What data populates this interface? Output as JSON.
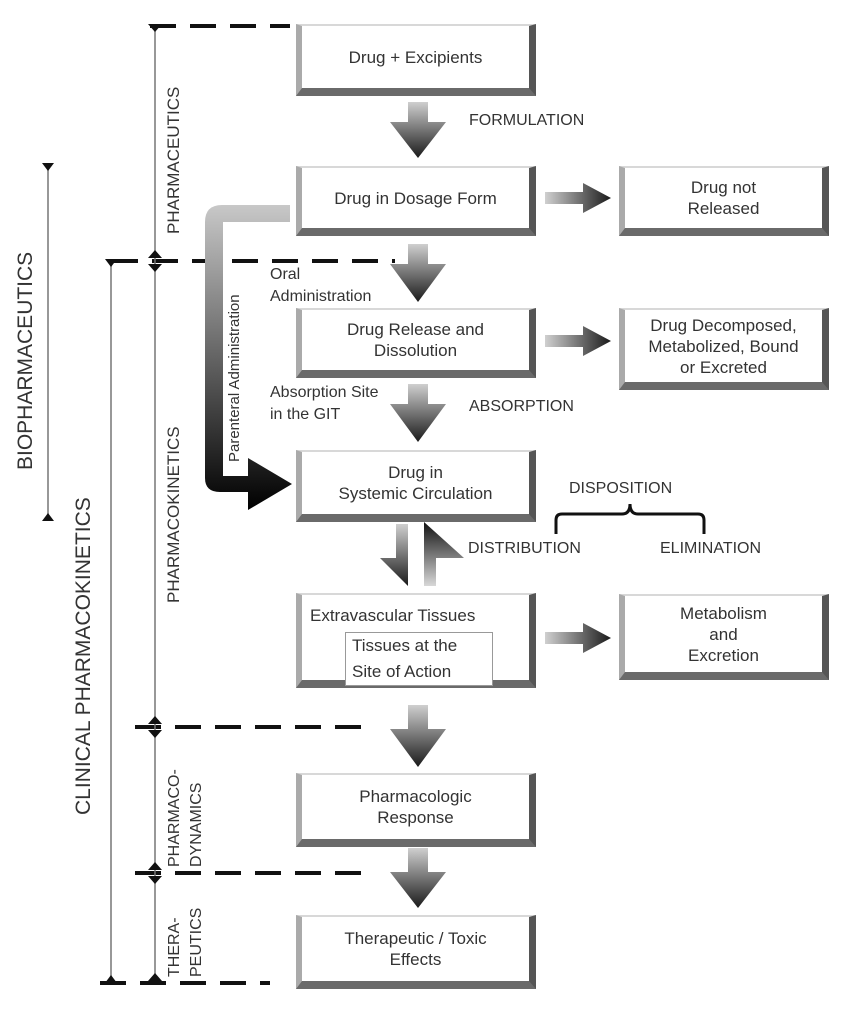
{
  "boxes": {
    "drug_excipients": "Drug + Excipients",
    "dosage_form": "Drug in Dosage Form",
    "not_released": "Drug not\nReleased",
    "release_dissolution": "Drug Release and\nDissolution",
    "decomposed": "Drug Decomposed,\nMetabolized, Bound\nor Excreted",
    "systemic": "Drug in\nSystemic Circulation",
    "extravascular": "Extravascular Tissues",
    "site_of_action": "Tissues at the\nSite of Action",
    "metabolism": "Metabolism\nand\nExcretion",
    "response": "Pharmacologic\nResponse",
    "effects": "Therapeutic / Toxic\nEffects"
  },
  "process_labels": {
    "formulation": "FORMULATION",
    "absorption": "ABSORPTION",
    "disposition": "DISPOSITION",
    "distribution": "DISTRIBUTION",
    "elimination": "ELIMINATION",
    "oral": "Oral\nAdministration",
    "absorption_site": "Absorption Site\nin the GIT",
    "parenteral": "Parenteral Administration"
  },
  "phases": {
    "biopharmaceutics": "BIOPHARMACEUTICS",
    "clinical_pk": "CLINICAL  PHARMACOKINETICS",
    "pharmaceutics": "PHARMACEUTICS",
    "pharmacokinetics": "PHARMACOKINETICS",
    "pharmacodynamics": "PHARMACO-\nDYNAMICS",
    "therapeutics": "THERA-\nPEUTICS"
  }
}
